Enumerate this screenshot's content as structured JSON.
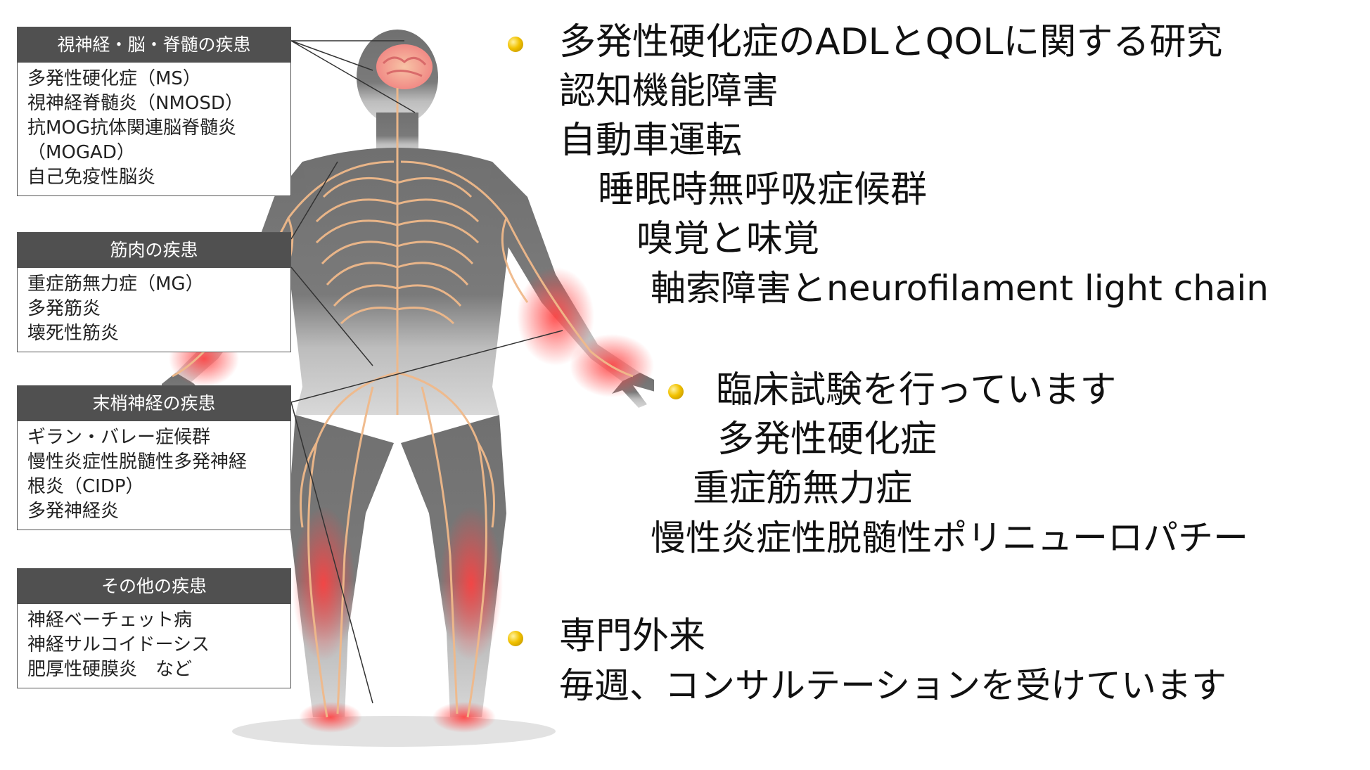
{
  "categories": {
    "cns": {
      "title": "視神経・脳・脊髄の疾患",
      "items": [
        "多発性硬化症（MS）",
        "視神経脊髄炎（NMOSD）",
        "抗MOG抗体関連脳脊髄炎",
        "（MOGAD）",
        "自己免疫性脳炎"
      ]
    },
    "muscle": {
      "title": "筋肉の疾患",
      "items": [
        "重症筋無力症（MG）",
        "多発筋炎",
        "壊死性筋炎"
      ]
    },
    "pns": {
      "title": "末梢神経の疾患",
      "items": [
        "ギラン・バレー症候群",
        "慢性炎症性脱髄性多発神経",
        "根炎（CIDP）",
        "多発神経炎"
      ]
    },
    "other": {
      "title": "その他の疾患",
      "items": [
        "神経ベーチェット病",
        "神経サルコイドーシス",
        "肥厚性硬膜炎　など"
      ]
    }
  },
  "research": {
    "lines": [
      "多発性硬化症のADLとQOLに関する研究",
      "認知機能障害",
      "自動車運転",
      "睡眠時無呼吸症候群",
      "嗅覚と味覚",
      "軸索障害とneurofilament light chain"
    ]
  },
  "trials": {
    "lines": [
      "臨床試験を行っています",
      "多発性硬化症",
      "重症筋無力症",
      "慢性炎症性脱髄性ポリニューロパチー"
    ]
  },
  "clinic": {
    "lines": [
      "専門外来",
      "毎週、コンサルテーションを受けています"
    ]
  },
  "colors": {
    "header_bg": "#505050",
    "bullet": "#f2c200",
    "body": "#6e6e6e",
    "nerve": "#f0b98a",
    "highlight": "#ff5a5a"
  }
}
